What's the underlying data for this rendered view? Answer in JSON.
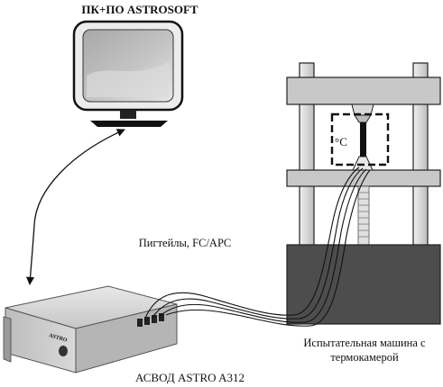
{
  "labels": {
    "pc": "ПК+ПО ASTROSOFT",
    "pigtails": "Пигтейлы, FC/APC",
    "device": "АСВОД ASTRO A312",
    "machine_line1": "Испытательная машина с",
    "machine_line2": "термокамерой",
    "temperature": "°C",
    "brand": "ASTRO"
  },
  "colors": {
    "line": "#111111",
    "monitor_frame": "#ececec",
    "monitor_screen": "#bdbdbd",
    "stand": "#222222",
    "frame_bar": "#c8c8c8",
    "column": "#d4d4d4",
    "base": "#4d4d4d",
    "device_body": "#cfcfcf"
  },
  "icons": [
    "computer-monitor-icon",
    "fiber-interrogator-icon",
    "test-machine-icon",
    "thermocamera-icon"
  ]
}
